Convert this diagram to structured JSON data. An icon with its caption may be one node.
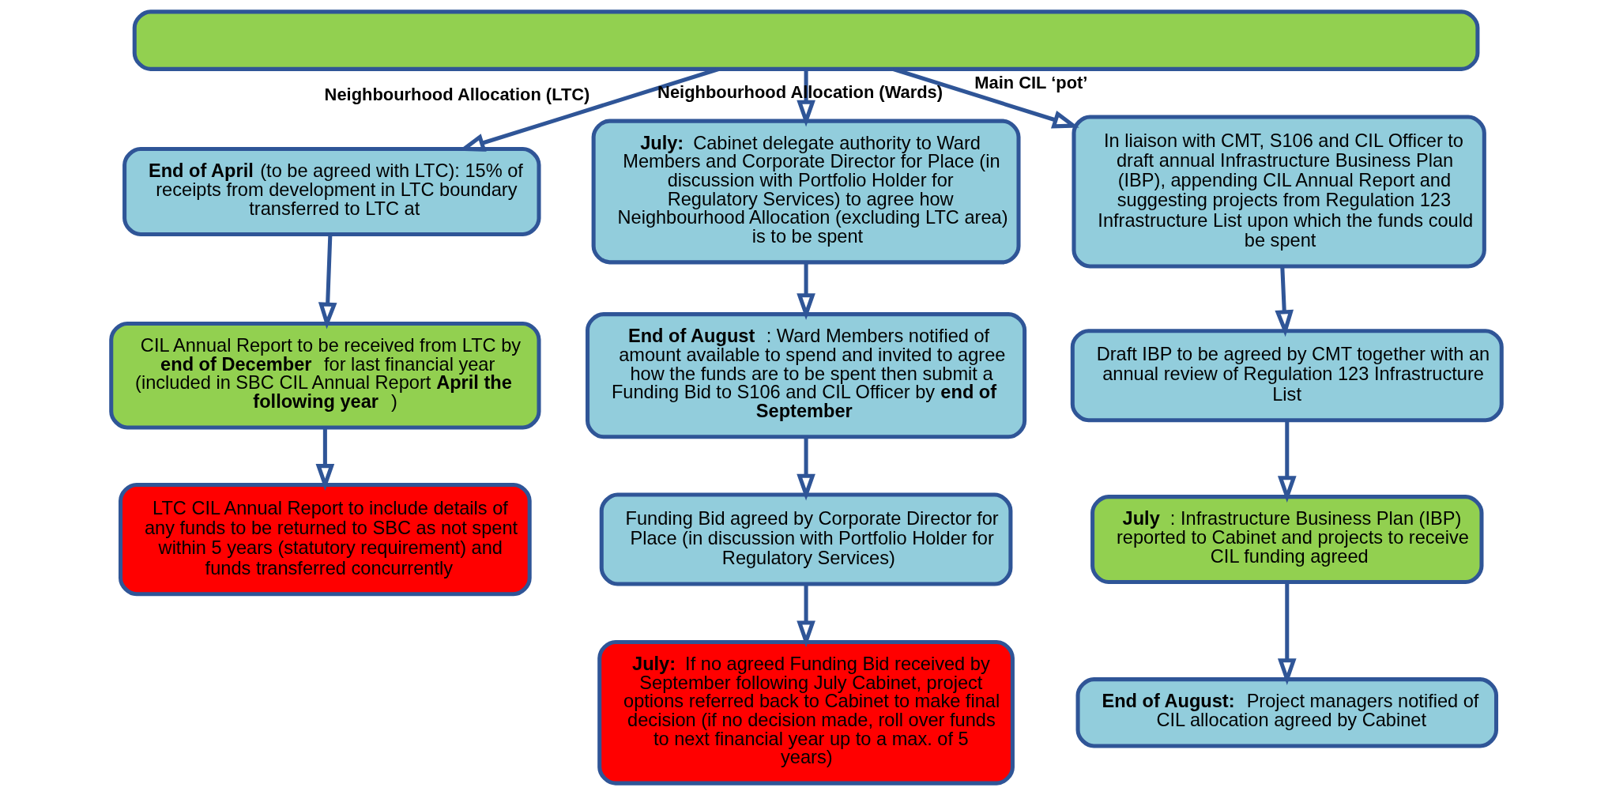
{
  "diagram": {
    "nodes": [
      {
        "text": [],
        "shape": "box"
      },
      {
        "text": [
          "**End of April** (to be agreed with LTC): 15% of receipts from development in LTC boundary transferred to LTC at"
        ]
      },
      {
        "text": [
          "CIL Annual Report to be received from LTC by **end of December** for last financial year (included in SBC CIL Annual Report **April the following year**)"
        ]
      },
      {
        "text": [
          "LTC CIL Annual Report to include details of any funds to be returned to SBC as not spent within 5 years (statutory requirement) and funds transferred concurrently"
        ]
      },
      {
        "text": [
          "**July:** Cabinet delegate authority to Ward Members and Corporate Director for Place (in discussion with Portfolio Holder for Regulatory Services) to agree how Neighbourhood Allocation (excluding LTC area) is to be spent"
        ]
      },
      {
        "text": [
          "**End of August**: Ward Members notified of amount available to spend and invited to agree how the funds are to be spent then submit a Funding Bid to S106 and CIL Officer by **end of September**"
        ]
      },
      {
        "text": [
          "Funding Bid agreed by Corporate Director for Place (in discussion with Portfolio Holder for Regulatory Services)"
        ]
      },
      {
        "text": [
          "**July:** If no agreed Funding Bid received by September following July Cabinet, project options referred back to Cabinet to make final decision (if no decision made, roll over funds to next financial year up to a max. of 5 years)"
        ]
      },
      {
        "text": [
          "In liaison with CMT, S106 and CIL Officer to draft annual Infrastructure Business Plan (IBP), appending CIL Annual Report and suggesting projects from Regulation 123 Infrastructure List upon which the funds could be spent"
        ]
      },
      {
        "text": [
          "Draft IBP to be agreed by CMT together with an annual review of Regulation 123 Infrastructure List"
        ]
      },
      {
        "text": [
          "**July**: Infrastructure Business Plan (IBP) reported to Cabinet and projects to receive CIL funding agreed"
        ]
      },
      {
        "text": [
          "**End of August:**  Project managers notified of CIL allocation agreed by Cabinet"
        ]
      }
    ],
    "edges": [
      {
        "from": 0,
        "to": 1,
        "arrow": "to",
        "label": "Neighbourhood Allocation (LTC)"
      },
      {
        "from": 1,
        "to": 2,
        "arrow": "to"
      },
      {
        "from": 2,
        "to": 3,
        "arrow": "to"
      },
      {
        "from": 0,
        "to": 4,
        "arrow": "to",
        "label": "Neighbourhood Allocation (Wards)"
      },
      {
        "from": 4,
        "to": 5,
        "arrow": "to"
      },
      {
        "from": 5,
        "to": 6,
        "arrow": "to"
      },
      {
        "from": 6,
        "to": 7,
        "arrow": "to"
      },
      {
        "from": 0,
        "to": 8,
        "arrow": "to",
        "label": "Main CIL ‘pot’"
      },
      {
        "from": 8,
        "to": 9,
        "arrow": "to"
      },
      {
        "from": 9,
        "to": 10,
        "arrow": "to"
      },
      {
        "from": 10,
        "to": 11,
        "arrow": "to"
      }
    ]
  }
}
